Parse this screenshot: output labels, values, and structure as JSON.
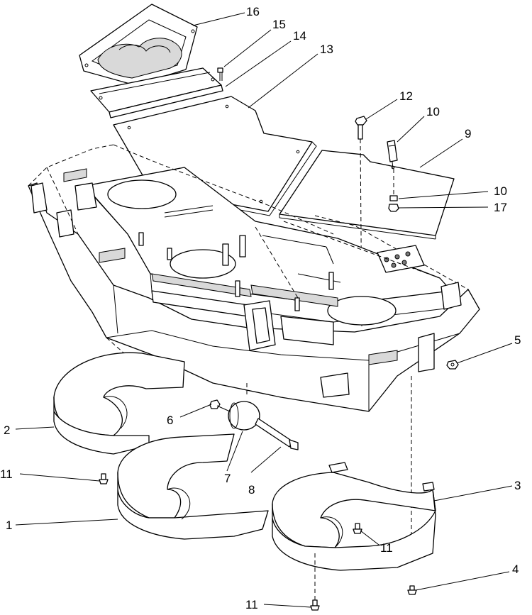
{
  "callouts": [
    {
      "id": "c16",
      "text": "16"
    },
    {
      "id": "c15",
      "text": "15"
    },
    {
      "id": "c14",
      "text": "14"
    },
    {
      "id": "c13",
      "text": "13"
    },
    {
      "id": "c12",
      "text": "12"
    },
    {
      "id": "c10a",
      "text": "10"
    },
    {
      "id": "c9",
      "text": "9"
    },
    {
      "id": "c10b",
      "text": "10"
    },
    {
      "id": "c17",
      "text": "17"
    },
    {
      "id": "c5",
      "text": "5"
    },
    {
      "id": "c6",
      "text": "6"
    },
    {
      "id": "c2",
      "text": "2"
    },
    {
      "id": "c7",
      "text": "7"
    },
    {
      "id": "c8",
      "text": "8"
    },
    {
      "id": "c3",
      "text": "3"
    },
    {
      "id": "c11a",
      "text": "11"
    },
    {
      "id": "c1",
      "text": "1"
    },
    {
      "id": "c11b",
      "text": "11"
    },
    {
      "id": "c4",
      "text": "4"
    },
    {
      "id": "c11c",
      "text": "11"
    }
  ]
}
